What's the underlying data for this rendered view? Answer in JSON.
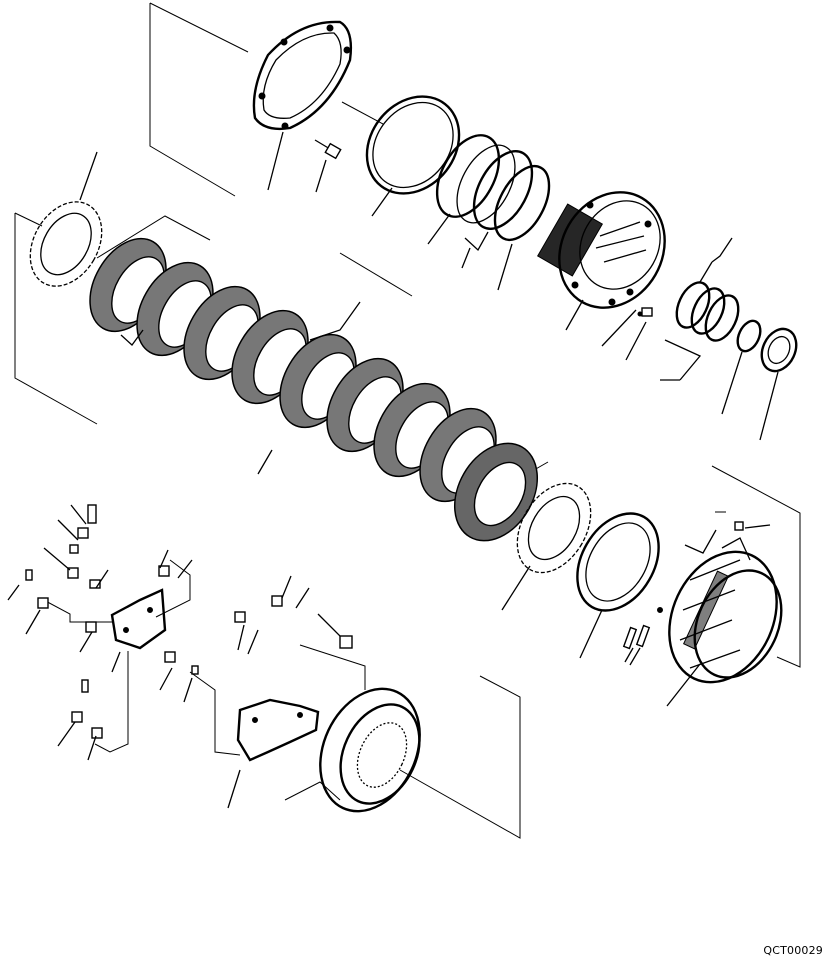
{
  "drawing": {
    "code": "QCT00029",
    "type": "exploded-parts-diagram"
  },
  "icons": [
    "cover-plate",
    "o-ring",
    "piston-seal",
    "hub-carrier",
    "friction-disc",
    "separator-plate",
    "bracket",
    "bolt",
    "washer",
    "housing",
    "hub-gear"
  ]
}
